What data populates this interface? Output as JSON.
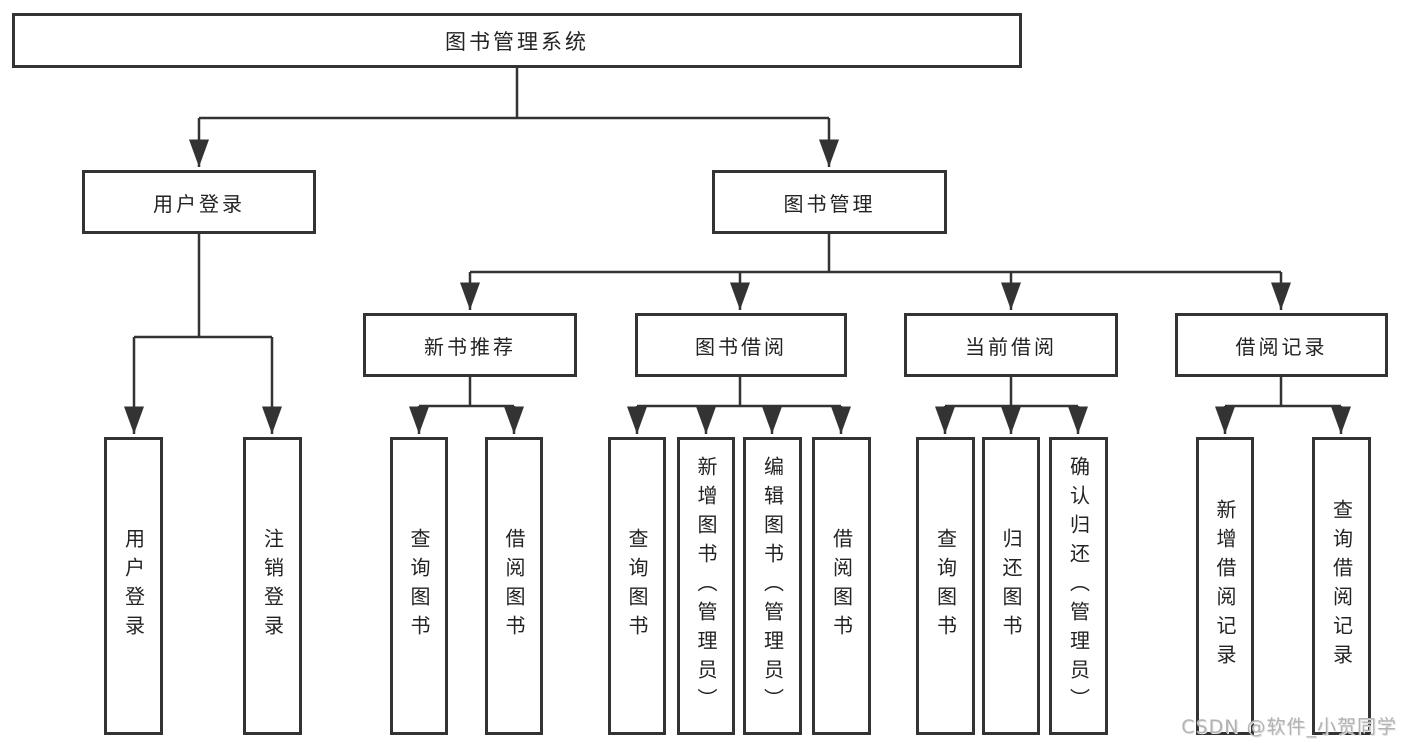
{
  "diagram": {
    "type": "hierarchy-tree",
    "orientation": "top-down",
    "colors": {
      "line": "#333333",
      "box_border": "#333333",
      "box_fill": "#ffffff",
      "text": "#232323",
      "watermark_text": "#b3b3b3",
      "background": "#ffffff"
    },
    "root": {
      "label": "图书管理系统"
    },
    "level2": [
      {
        "label": "用户登录"
      },
      {
        "label": "图书管理"
      }
    ],
    "level3": [
      {
        "label": "新书推荐",
        "parent": "图书管理"
      },
      {
        "label": "图书借阅",
        "parent": "图书管理"
      },
      {
        "label": "当前借阅",
        "parent": "图书管理"
      },
      {
        "label": "借阅记录",
        "parent": "图书管理"
      }
    ],
    "leaves": [
      {
        "label": "用户登录",
        "parent": "用户登录"
      },
      {
        "label": "注销登录",
        "parent": "用户登录"
      },
      {
        "label": "查询图书",
        "parent": "新书推荐"
      },
      {
        "label": "借阅图书",
        "parent": "新书推荐"
      },
      {
        "label": "查询图书",
        "parent": "图书借阅"
      },
      {
        "label": "新增图书（管理员）",
        "parent": "图书借阅"
      },
      {
        "label": "编辑图书（管理员）",
        "parent": "图书借阅"
      },
      {
        "label": "借阅图书",
        "parent": "图书借阅"
      },
      {
        "label": "查询图书",
        "parent": "当前借阅"
      },
      {
        "label": "归还图书",
        "parent": "当前借阅"
      },
      {
        "label": "确认归还（管理员）",
        "parent": "当前借阅"
      },
      {
        "label": "新增借阅记录",
        "parent": "借阅记录"
      },
      {
        "label": "查询借阅记录",
        "parent": "借阅记录"
      }
    ],
    "watermark": "CSDN @软件_小贺同学"
  }
}
